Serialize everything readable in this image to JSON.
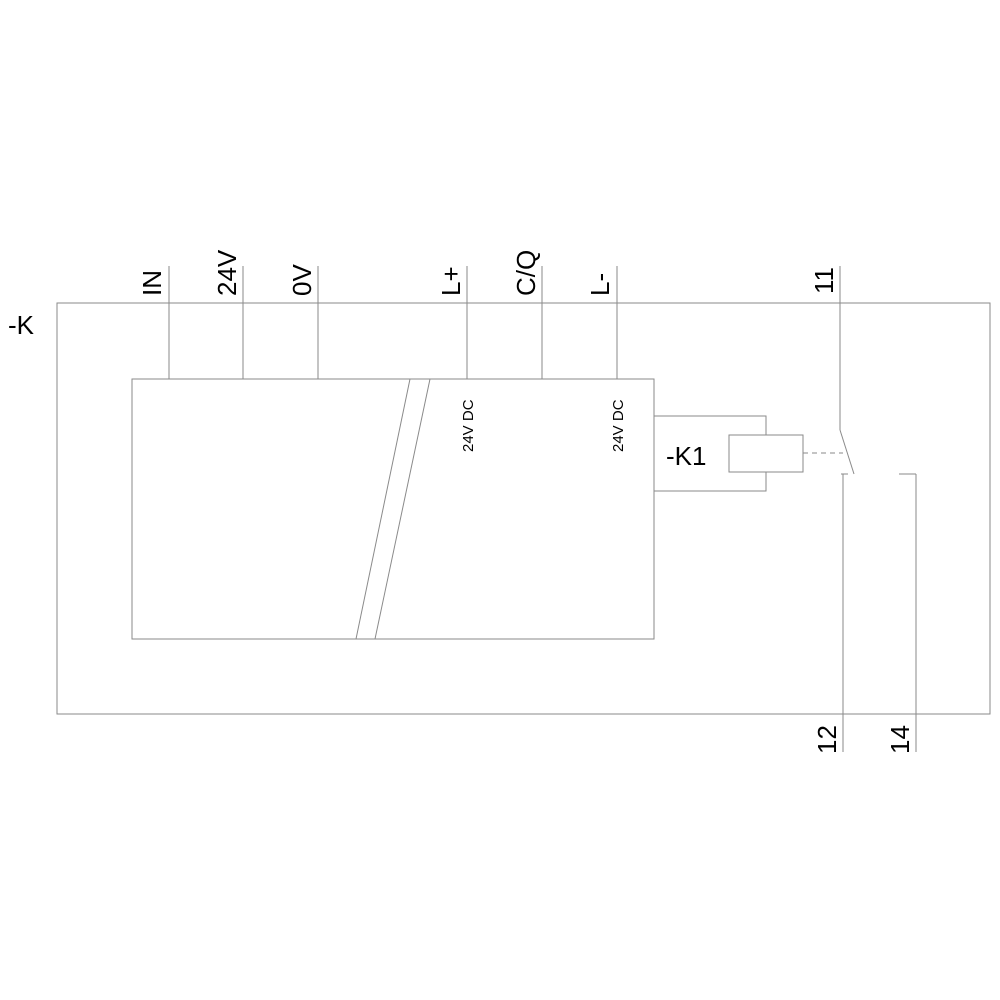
{
  "device_label": "-K",
  "relay_label": "-K1",
  "terminals": {
    "in": "IN",
    "v24": "24V",
    "v0": "0V",
    "lplus": "L+",
    "cq": "C/Q",
    "lminus": "L-",
    "t11": "11",
    "t12": "12",
    "t14": "14"
  },
  "supply_notes": {
    "left": "24V DC",
    "right": "24V DC"
  }
}
